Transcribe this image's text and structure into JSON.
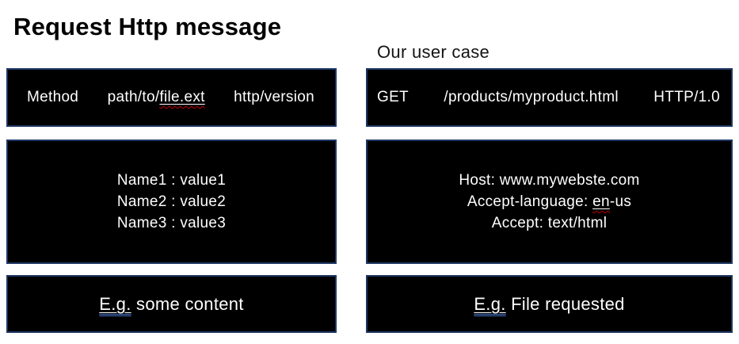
{
  "title": "Request Http message",
  "right_column_label": "Our user case",
  "left_column": {
    "request_line": {
      "method": "Method",
      "path_prefix": "path/to/",
      "path_file": "file.ext",
      "version": "http/version"
    },
    "headers": {
      "line1": "Name1 : value1",
      "line2": "Name2 : value2",
      "line3": "Name3 : value3"
    },
    "body": {
      "eg": "E.g.",
      "rest": " some content"
    }
  },
  "right_column": {
    "request_line": {
      "method": "GET",
      "path": "/products/myproduct.html",
      "version": "HTTP/1.0"
    },
    "headers": {
      "line1": "Host: www.mywebste.com",
      "line2_prefix": "Accept-language: ",
      "line2_misspelled": "en",
      "line2_suffix": "-us",
      "line3": "Accept: text/html"
    },
    "body": {
      "eg": "E.g.",
      "rest": " File requested"
    }
  },
  "colors": {
    "box_background": "#000000",
    "box_border": "#1f3864",
    "box_text": "#ffffff",
    "spellcheck_squiggle": "#c00000",
    "grammar_underline": "#4472c4",
    "page_background": "#ffffff",
    "title_text": "#000000"
  }
}
